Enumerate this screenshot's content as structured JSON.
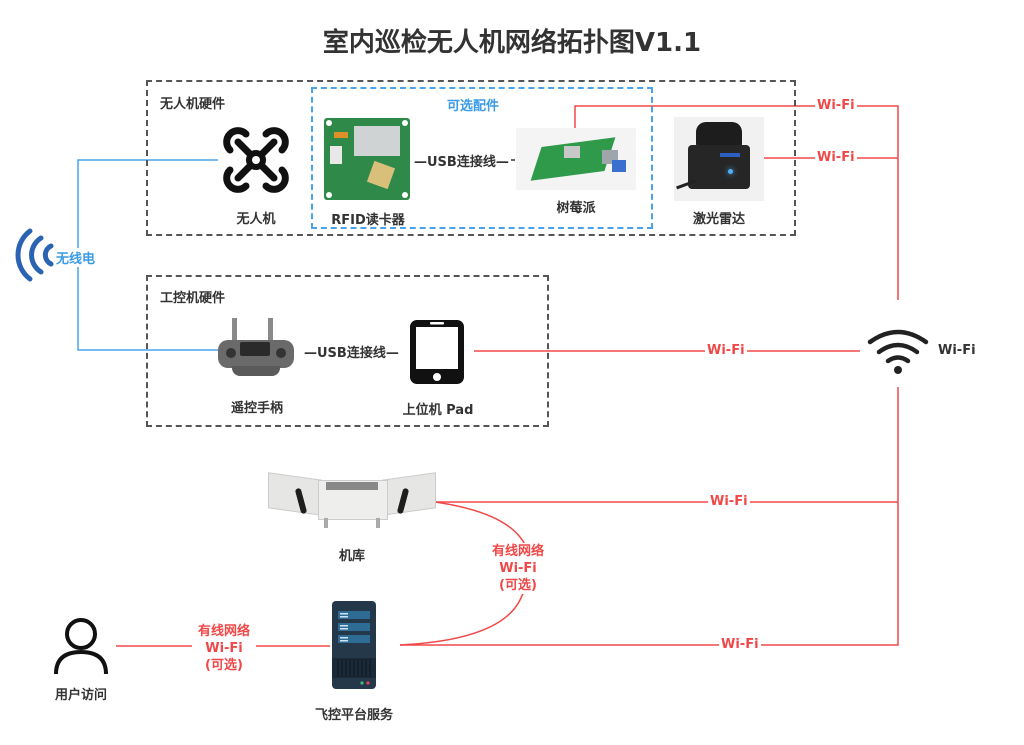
{
  "title": "室内巡检无人机网络拓扑图V1.1",
  "colors": {
    "wifi_line": "#f04848",
    "radio_line": "#4aa3ea",
    "group_border": "#555555",
    "optional_border": "#4aa3ea"
  },
  "groups": {
    "drone_hardware": {
      "label": "无人机硬件"
    },
    "optional_accessories": {
      "label": "可选配件"
    },
    "ipc_hardware": {
      "label": "工控机硬件"
    }
  },
  "nodes": {
    "drone": {
      "label": "无人机",
      "icon": "drone-icon"
    },
    "rfid": {
      "label": "RFID读卡器",
      "icon": "rfid-board-image"
    },
    "raspberry_pi": {
      "label": "树莓派",
      "icon": "raspberry-pi-image"
    },
    "lidar": {
      "label": "激光雷达",
      "icon": "lidar-image"
    },
    "remote": {
      "label": "遥控手柄",
      "icon": "remote-controller-image"
    },
    "pad": {
      "label": "上位机 Pad",
      "icon": "tablet-icon"
    },
    "hangar": {
      "label": "机库",
      "icon": "hangar-image"
    },
    "server": {
      "label": "飞控平台服务",
      "icon": "server-icon"
    },
    "user": {
      "label": "用户访问",
      "icon": "user-icon"
    },
    "wifi_hub": {
      "label": "Wi-Fi",
      "icon": "wifi-icon"
    },
    "radio": {
      "label": "无线电",
      "icon": "radio-wave-icon"
    }
  },
  "links": {
    "rfid_pi": "—USB连接线—",
    "remote_pad": "—USB连接线—",
    "pi_wifi": "Wi-Fi",
    "lidar_wifi": "Wi-Fi",
    "pad_wifi": "Wi-Fi",
    "hangar_wifi": "Wi-Fi",
    "server_wifi": "Wi-Fi",
    "hangar_server": [
      "有线网络",
      "Wi-Fi",
      "(可选)"
    ],
    "user_server": [
      "有线网络",
      "Wi-Fi",
      "(可选)"
    ]
  }
}
